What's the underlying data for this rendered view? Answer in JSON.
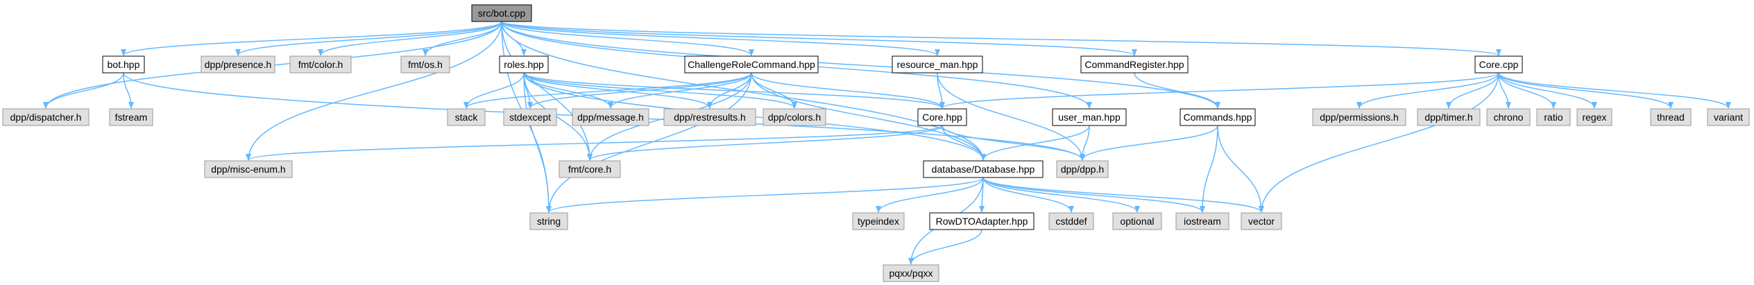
{
  "colors": {
    "edge": "#63b8ff",
    "root_fill": "#999999",
    "file_fill": "#ffffff",
    "external_fill": "#e0e0e0",
    "border_dark": "#000000",
    "border_light": "#999999"
  },
  "nodes": [
    {
      "id": "src-bot-cpp",
      "label": "src/bot.cpp",
      "kind": "root"
    },
    {
      "id": "bot-hpp",
      "label": "bot.hpp",
      "kind": "file"
    },
    {
      "id": "dpp-presence-h",
      "label": "dpp/presence.h",
      "kind": "external"
    },
    {
      "id": "fmt-color-h",
      "label": "fmt/color.h",
      "kind": "external"
    },
    {
      "id": "fmt-os-h",
      "label": "fmt/os.h",
      "kind": "external"
    },
    {
      "id": "roles-hpp",
      "label": "roles.hpp",
      "kind": "file"
    },
    {
      "id": "challengerolecommand-hpp",
      "label": "ChallengeRoleCommand.hpp",
      "kind": "file"
    },
    {
      "id": "resource-man-hpp",
      "label": "resource_man.hpp",
      "kind": "file"
    },
    {
      "id": "commandregister-hpp",
      "label": "CommandRegister.hpp",
      "kind": "file"
    },
    {
      "id": "core-cpp",
      "label": "Core.cpp",
      "kind": "file"
    },
    {
      "id": "dpp-dispatcher-h",
      "label": "dpp/dispatcher.h",
      "kind": "external"
    },
    {
      "id": "fstream",
      "label": "fstream",
      "kind": "external"
    },
    {
      "id": "stack",
      "label": "stack",
      "kind": "external"
    },
    {
      "id": "stdexcept",
      "label": "stdexcept",
      "kind": "external"
    },
    {
      "id": "dpp-message-h",
      "label": "dpp/message.h",
      "kind": "external"
    },
    {
      "id": "dpp-restresults-h",
      "label": "dpp/restresults.h",
      "kind": "external"
    },
    {
      "id": "dpp-colors-h",
      "label": "dpp/colors.h",
      "kind": "external"
    },
    {
      "id": "core-hpp",
      "label": "Core.hpp",
      "kind": "file"
    },
    {
      "id": "user-man-hpp",
      "label": "user_man.hpp",
      "kind": "file"
    },
    {
      "id": "commands-hpp",
      "label": "Commands.hpp",
      "kind": "file"
    },
    {
      "id": "dpp-permissions-h",
      "label": "dpp/permissions.h",
      "kind": "external"
    },
    {
      "id": "dpp-timer-h",
      "label": "dpp/timer.h",
      "kind": "external"
    },
    {
      "id": "chrono",
      "label": "chrono",
      "kind": "external"
    },
    {
      "id": "ratio",
      "label": "ratio",
      "kind": "external"
    },
    {
      "id": "regex",
      "label": "regex",
      "kind": "external"
    },
    {
      "id": "thread",
      "label": "thread",
      "kind": "external"
    },
    {
      "id": "variant",
      "label": "variant",
      "kind": "external"
    },
    {
      "id": "dpp-misc-enum-h",
      "label": "dpp/misc-enum.h",
      "kind": "external"
    },
    {
      "id": "fmt-core-h",
      "label": "fmt/core.h",
      "kind": "external"
    },
    {
      "id": "database-database-hpp",
      "label": "database/Database.hpp",
      "kind": "file"
    },
    {
      "id": "dpp-dpp-h",
      "label": "dpp/dpp.h",
      "kind": "external"
    },
    {
      "id": "string",
      "label": "string",
      "kind": "external"
    },
    {
      "id": "typeindex",
      "label": "typeindex",
      "kind": "external"
    },
    {
      "id": "rowdtoadapter-hpp",
      "label": "RowDTOAdapter.hpp",
      "kind": "file"
    },
    {
      "id": "cstddef",
      "label": "cstddef",
      "kind": "external"
    },
    {
      "id": "optional",
      "label": "optional",
      "kind": "external"
    },
    {
      "id": "iostream",
      "label": "iostream",
      "kind": "external"
    },
    {
      "id": "vector",
      "label": "vector",
      "kind": "external"
    },
    {
      "id": "pqxx-pqxx",
      "label": "pqxx/pqxx",
      "kind": "external"
    }
  ],
  "edges": [
    [
      "src-bot-cpp",
      "bot-hpp"
    ],
    [
      "src-bot-cpp",
      "dpp-presence-h"
    ],
    [
      "src-bot-cpp",
      "fmt-color-h"
    ],
    [
      "src-bot-cpp",
      "fmt-os-h"
    ],
    [
      "src-bot-cpp",
      "roles-hpp"
    ],
    [
      "src-bot-cpp",
      "challengerolecommand-hpp"
    ],
    [
      "src-bot-cpp",
      "resource-man-hpp"
    ],
    [
      "src-bot-cpp",
      "commandregister-hpp"
    ],
    [
      "src-bot-cpp",
      "core-cpp"
    ],
    [
      "src-bot-cpp",
      "dpp-dispatcher-h"
    ],
    [
      "src-bot-cpp",
      "dpp-misc-enum-h"
    ],
    [
      "src-bot-cpp",
      "fmt-core-h"
    ],
    [
      "src-bot-cpp",
      "string"
    ],
    [
      "src-bot-cpp",
      "database-database-hpp"
    ],
    [
      "src-bot-cpp",
      "user-man-hpp"
    ],
    [
      "src-bot-cpp",
      "commands-hpp"
    ],
    [
      "bot-hpp",
      "dpp-dispatcher-h"
    ],
    [
      "bot-hpp",
      "fstream"
    ],
    [
      "bot-hpp",
      "dpp-dpp-h"
    ],
    [
      "roles-hpp",
      "stack"
    ],
    [
      "roles-hpp",
      "stdexcept"
    ],
    [
      "roles-hpp",
      "dpp-message-h"
    ],
    [
      "roles-hpp",
      "dpp-restresults-h"
    ],
    [
      "roles-hpp",
      "dpp-colors-h"
    ],
    [
      "roles-hpp",
      "core-hpp"
    ],
    [
      "roles-hpp",
      "fmt-core-h"
    ],
    [
      "roles-hpp",
      "string"
    ],
    [
      "roles-hpp",
      "database-database-hpp"
    ],
    [
      "challengerolecommand-hpp",
      "stack"
    ],
    [
      "challengerolecommand-hpp",
      "stdexcept"
    ],
    [
      "challengerolecommand-hpp",
      "dpp-message-h"
    ],
    [
      "challengerolecommand-hpp",
      "dpp-restresults-h"
    ],
    [
      "challengerolecommand-hpp",
      "dpp-colors-h"
    ],
    [
      "challengerolecommand-hpp",
      "core-hpp"
    ],
    [
      "challengerolecommand-hpp",
      "fmt-core-h"
    ],
    [
      "challengerolecommand-hpp",
      "string"
    ],
    [
      "challengerolecommand-hpp",
      "database-database-hpp"
    ],
    [
      "resource-man-hpp",
      "core-hpp"
    ],
    [
      "resource-man-hpp",
      "dpp-dpp-h"
    ],
    [
      "commandregister-hpp",
      "commands-hpp"
    ],
    [
      "core-cpp",
      "core-hpp"
    ],
    [
      "core-cpp",
      "dpp-permissions-h"
    ],
    [
      "core-cpp",
      "dpp-timer-h"
    ],
    [
      "core-cpp",
      "chrono"
    ],
    [
      "core-cpp",
      "ratio"
    ],
    [
      "core-cpp",
      "regex"
    ],
    [
      "core-cpp",
      "thread"
    ],
    [
      "core-cpp",
      "variant"
    ],
    [
      "core-cpp",
      "vector"
    ],
    [
      "core-hpp",
      "dpp-misc-enum-h"
    ],
    [
      "core-hpp",
      "fmt-core-h"
    ],
    [
      "core-hpp",
      "database-database-hpp"
    ],
    [
      "core-hpp",
      "dpp-dpp-h"
    ],
    [
      "user-man-hpp",
      "database-database-hpp"
    ],
    [
      "user-man-hpp",
      "dpp-dpp-h"
    ],
    [
      "commands-hpp",
      "dpp-dpp-h"
    ],
    [
      "commands-hpp",
      "iostream"
    ],
    [
      "commands-hpp",
      "vector"
    ],
    [
      "database-database-hpp",
      "string"
    ],
    [
      "database-database-hpp",
      "typeindex"
    ],
    [
      "database-database-hpp",
      "rowdtoadapter-hpp"
    ],
    [
      "database-database-hpp",
      "cstddef"
    ],
    [
      "database-database-hpp",
      "optional"
    ],
    [
      "database-database-hpp",
      "iostream"
    ],
    [
      "database-database-hpp",
      "vector"
    ],
    [
      "database-database-hpp",
      "pqxx-pqxx"
    ],
    [
      "rowdtoadapter-hpp",
      "pqxx-pqxx"
    ]
  ]
}
